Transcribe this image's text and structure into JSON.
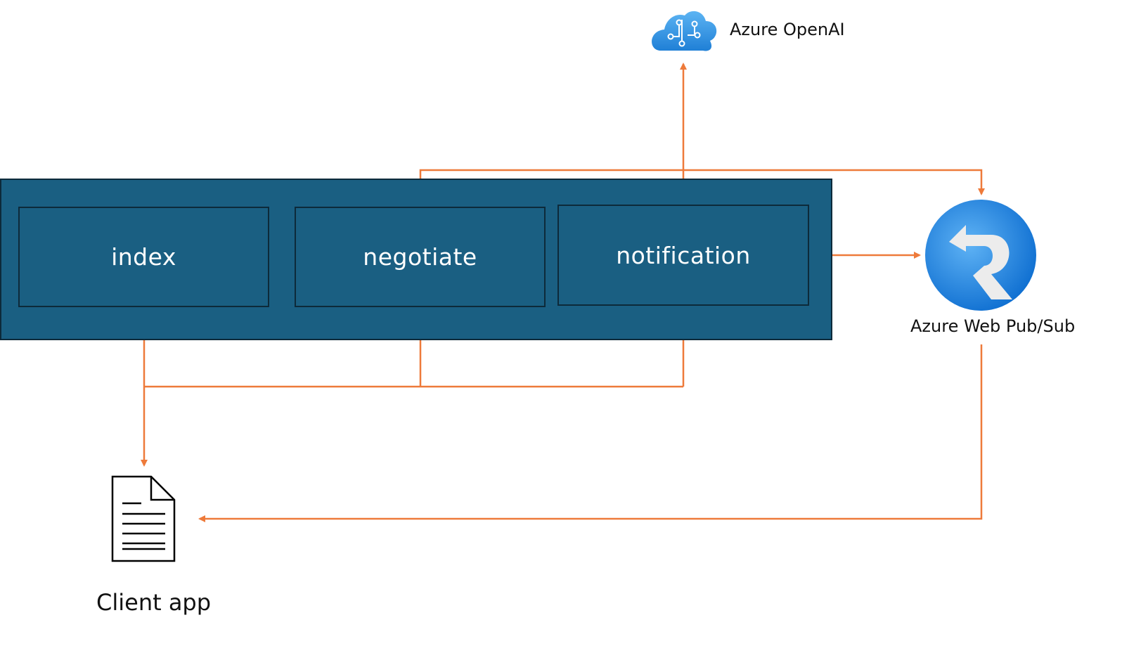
{
  "functions": {
    "index_label": "index",
    "negotiate_label": "negotiate",
    "notification_label": "notification"
  },
  "services": {
    "openai_label": "Azure OpenAI",
    "webpubsub_label": "Azure Web Pub/Sub",
    "client_label": "Client app"
  },
  "colors": {
    "arrow": "#ee7a3a",
    "container": "#1a5f82",
    "border": "#0d2a3a"
  }
}
